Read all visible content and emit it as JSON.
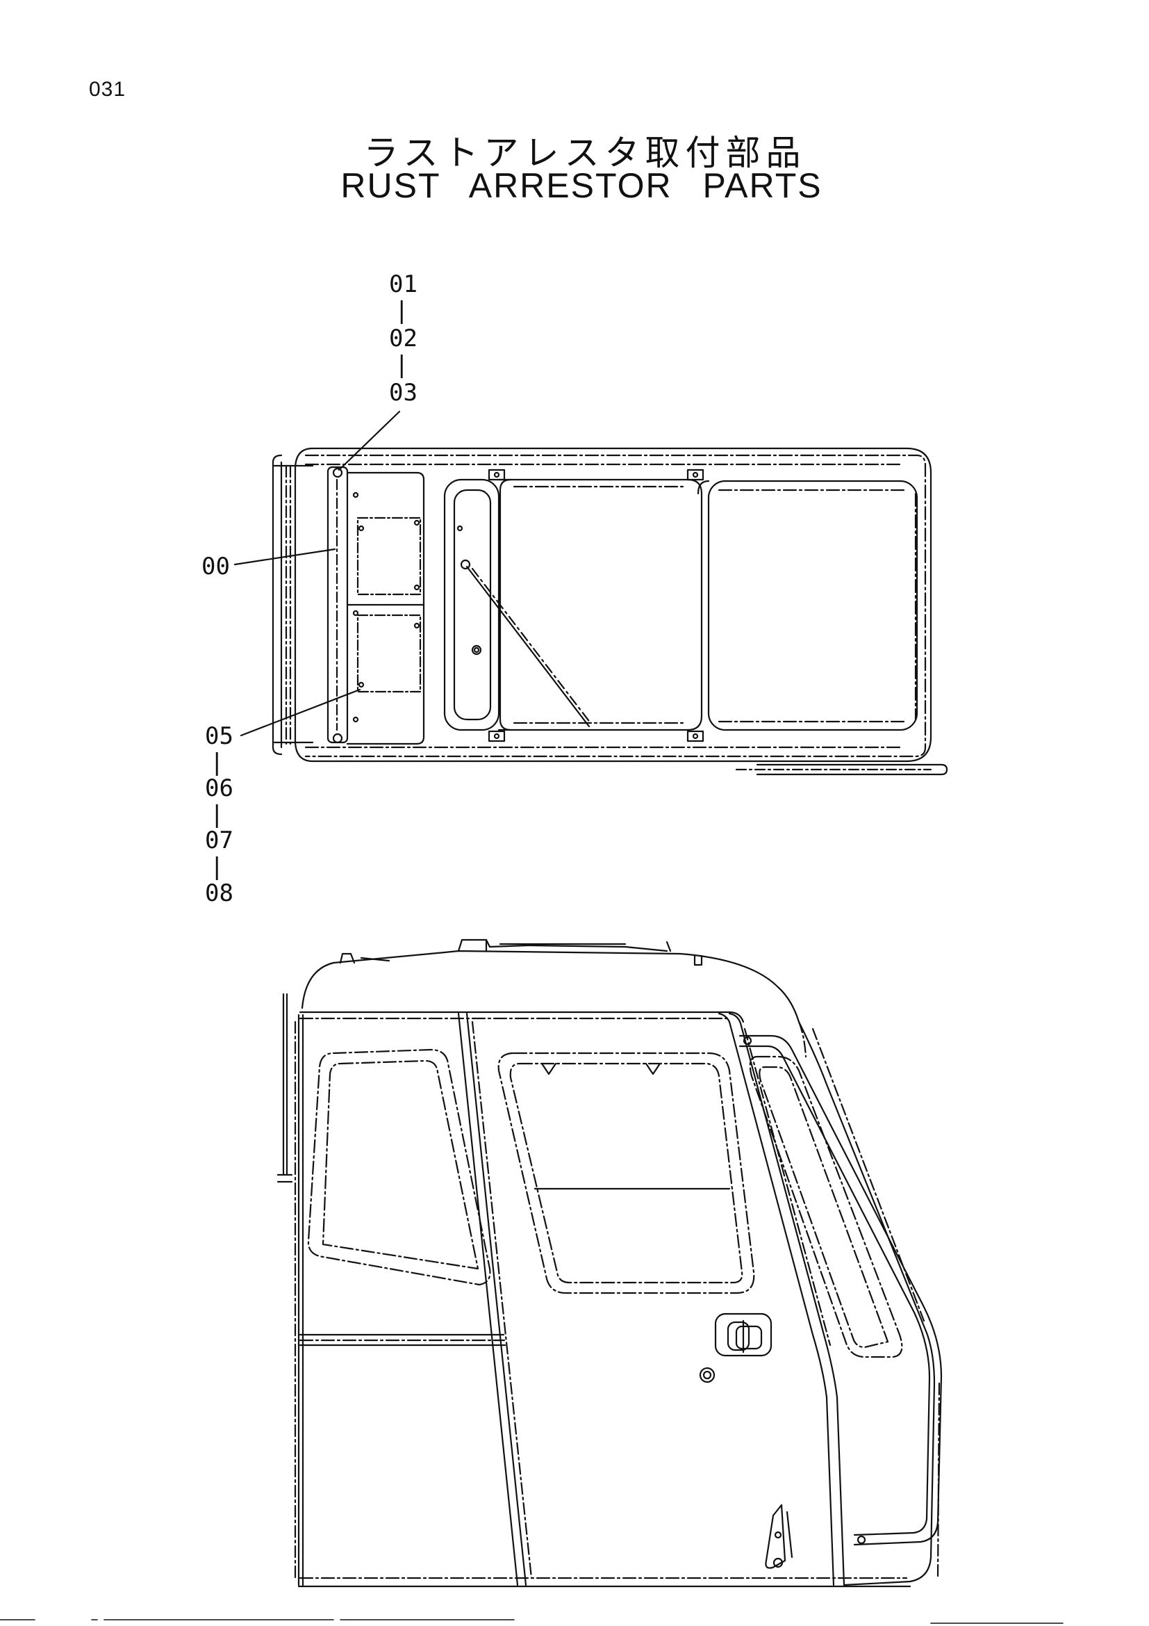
{
  "page": {
    "number": "031",
    "title_jp": "ラストアレスタ取付部品",
    "title_en": "RUST ARRESTOR PARTS"
  },
  "callouts": {
    "c01": "01",
    "c02": "02",
    "c03": "03",
    "c00": "00",
    "c05": "05",
    "c06": "06",
    "c07": "07",
    "c08": "08",
    "separator": "|"
  },
  "colors": {
    "line": "#111111",
    "background": "#ffffff"
  }
}
